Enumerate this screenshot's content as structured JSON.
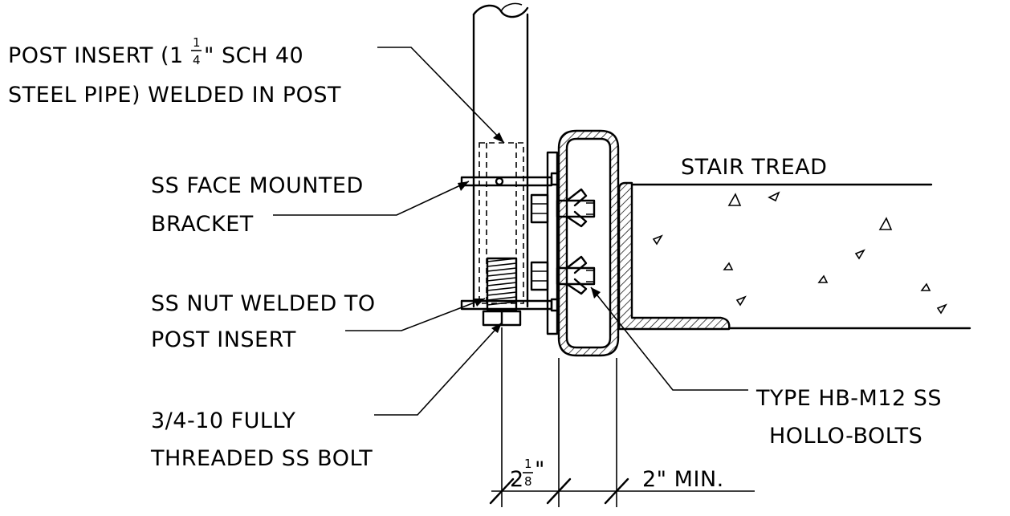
{
  "labels": {
    "post_insert_line1_pre": "POST INSERT (1",
    "post_insert_frac_num": "1",
    "post_insert_frac_den": "4",
    "post_insert_line1_post": "\" SCH 40",
    "post_insert_line2": "STEEL PIPE) WELDED IN POST",
    "bracket_line1": "SS FACE MOUNTED",
    "bracket_line2": "BRACKET",
    "nut_line1": "SS NUT WELDED TO",
    "nut_line2": "POST INSERT",
    "bolt_line1": "3/4-10 FULLY",
    "bolt_line2": "THREADED SS BOLT",
    "stair_tread": "STAIR TREAD",
    "hollo_line1": "TYPE HB-M12 SS",
    "hollo_line2": "HOLLO-BOLTS"
  },
  "dimensions": {
    "first_whole": "2",
    "first_frac_num": "1",
    "first_frac_den": "8",
    "first_unit": "\"",
    "second": "2\" MIN."
  }
}
